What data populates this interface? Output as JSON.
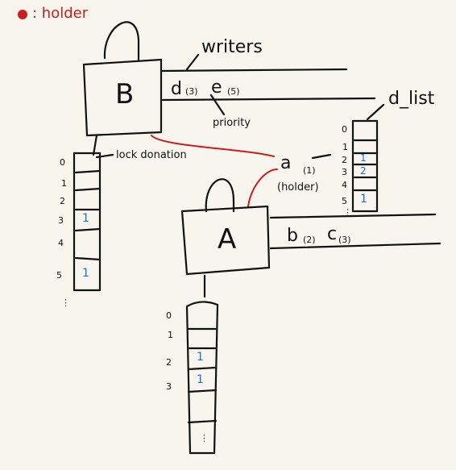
{
  "legend": {
    "marker_color": "#c81e1e",
    "label": ": holder"
  },
  "locks": [
    {
      "name": "B",
      "writers_label": "writers",
      "waiters": [
        "d",
        "(3)",
        "e",
        "(5)"
      ],
      "priority_label": "priority",
      "list_indices": [
        "0",
        "1",
        "2",
        "3",
        "4",
        "5",
        "⋮"
      ],
      "list_values": [
        "",
        "",
        "",
        "1",
        "",
        "1",
        ""
      ],
      "annotation": "lock donation"
    },
    {
      "name": "A",
      "waiters": [
        "b",
        "(2)",
        "c",
        "(3)"
      ],
      "list_indices": [
        "0",
        "1",
        "2",
        "3",
        "⋮"
      ],
      "list_values": [
        "",
        "",
        "1",
        "1",
        ""
      ]
    }
  ],
  "thread": {
    "name": "a",
    "priority": "(1)",
    "role": "(holder)",
    "d_list_label": "d_list",
    "list_indices": [
      "0",
      "1",
      "2",
      "3",
      "4",
      "5",
      "⋮"
    ],
    "list_values": [
      "",
      "",
      "1",
      "2",
      "",
      "1",
      ""
    ]
  },
  "colors": {
    "ink": "#111111",
    "holder": "#c81e1e",
    "count": "#1b6fd6",
    "paper": "#f7f5ee"
  }
}
